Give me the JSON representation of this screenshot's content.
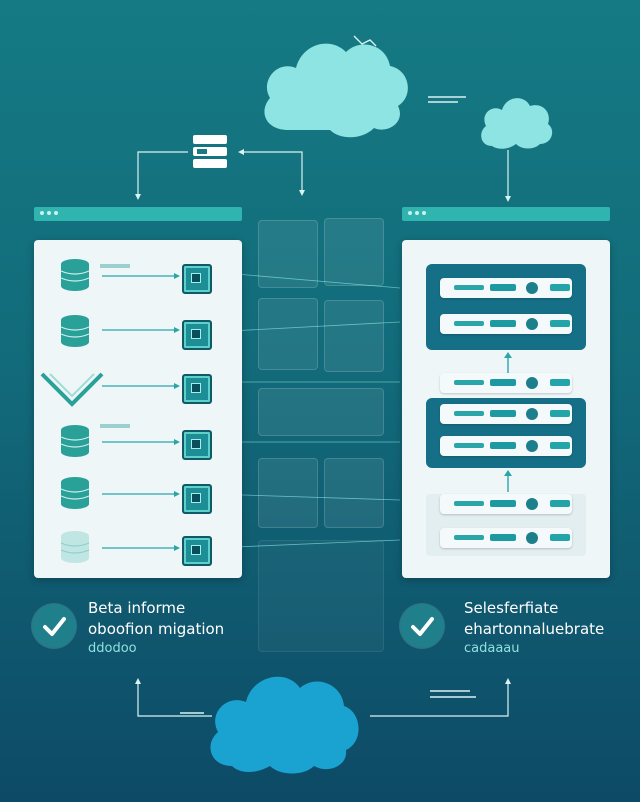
{
  "left_panel": {
    "caption_line1": "Beta informe",
    "caption_line2": "oboofion migation",
    "caption_line3": "ddodoo"
  },
  "right_panel": {
    "caption_line1": "Selesferfiate",
    "caption_line2": "ehartonnaluebrate",
    "caption_line3": "cadaaau"
  },
  "colors": {
    "background_top": "#157a84",
    "background_bottom": "#0d4a66",
    "accent": "#2fb4b0",
    "panel": "#eef6f8",
    "cloud_light": "#8ee3e3",
    "cloud_bottom": "#1aa3d1"
  },
  "icons": [
    "cloud-icon",
    "server-icon",
    "database-icon",
    "chip-icon",
    "check-icon",
    "arrow-icon"
  ]
}
